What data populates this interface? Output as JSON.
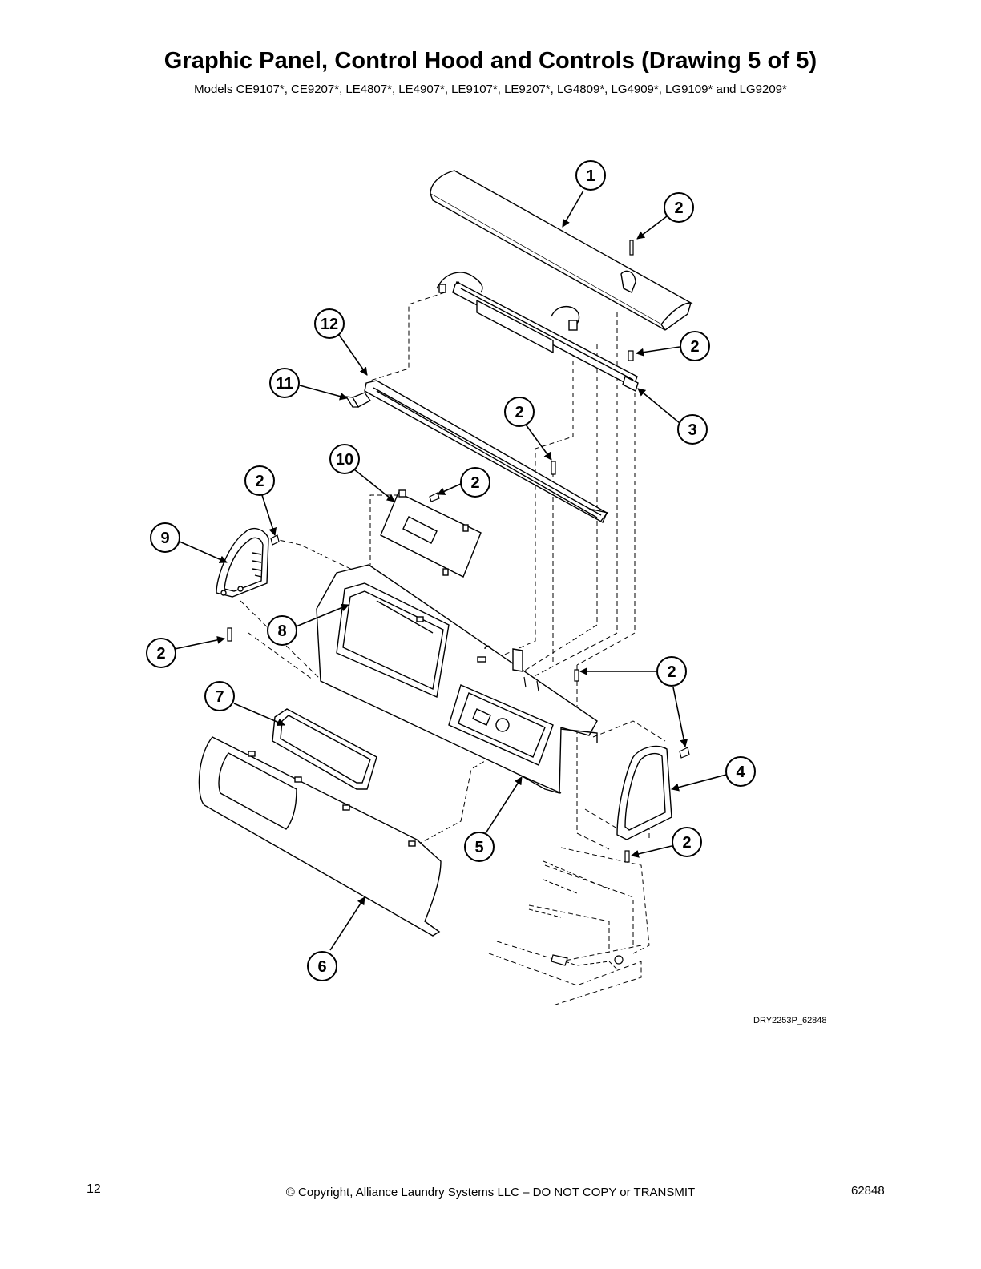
{
  "header": {
    "title": "Graphic Panel, Control Hood and Controls (Drawing 5 of 5)",
    "subtitle": "Models CE9107*, CE9207*, LE4807*, LE4907*, LE9107*, LE9207*, LG4809*, LG4909*, LG9109* and LG9209*"
  },
  "callouts": [
    "1",
    "2",
    "2",
    "12",
    "11",
    "3",
    "2",
    "10",
    "2",
    "2",
    "9",
    "8",
    "2",
    "2",
    "7",
    "4",
    "5",
    "2",
    "6"
  ],
  "drawing_code": "DRY2253P_62848",
  "footer": {
    "page_number": "12",
    "copyright": "© Copyright, Alliance Laundry Systems LLC – DO NOT COPY or TRANSMIT",
    "doc_number": "62848"
  }
}
